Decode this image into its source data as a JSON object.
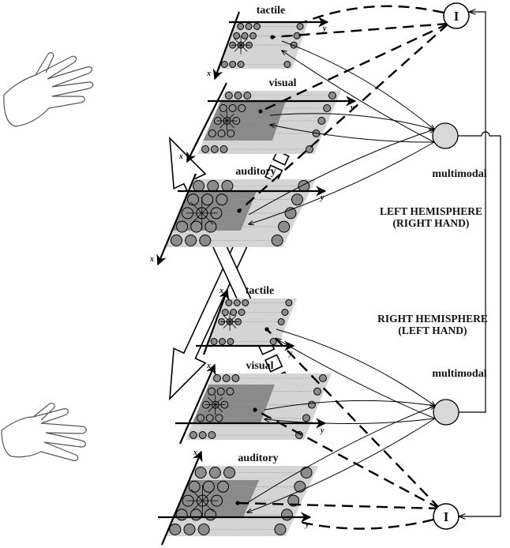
{
  "title": "Bimodal / multimodal spatial maps across hemispheres",
  "left_hemisphere": {
    "label": "LEFT HEMISPHERE",
    "sublabel": "(RIGHT HAND)",
    "multimodal_label": "multimodal",
    "inhibitory_label": "I",
    "modules": [
      "tactile",
      "visual",
      "auditory"
    ]
  },
  "right_hemisphere": {
    "label": "RIGHT HEMISPHERE",
    "sublabel": "(LEFT HAND)",
    "multimodal_label": "multimodal",
    "inhibitory_label": "I",
    "modules": [
      "tactile",
      "visual",
      "auditory"
    ]
  },
  "axis_labels": {
    "x": "x",
    "y": "y"
  },
  "colors": {
    "plane": "#d4d4d4",
    "dark_region": "#8a8a8a",
    "node": "#8c8c8c",
    "multimodal_node": "#d8d8d8",
    "line": "#000000"
  }
}
